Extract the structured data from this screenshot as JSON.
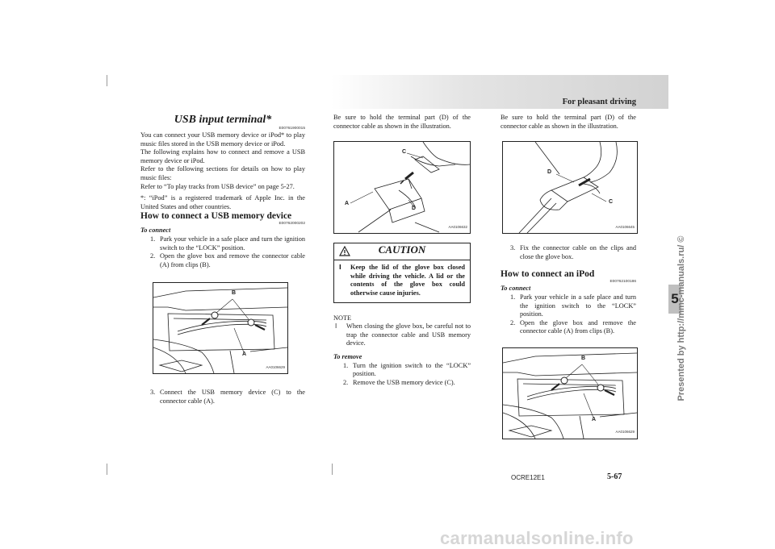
{
  "header": {
    "section": "For pleasant driving",
    "chapter_tab": "5"
  },
  "watermark": {
    "side": "Presented by http://mmc-manuals.ru/ ©",
    "footer": "carmanualsonline.info"
  },
  "col1": {
    "title": "USB input terminal*",
    "title_code": "E00761900015",
    "intro1": "You can connect your USB memory device or iPod* to play music files stored in the USB memory device or iPod.",
    "intro2": "The following explains how to connect and remove a USB memory device or iPod.",
    "intro3": "Refer to the following sections for details on how to play music files:",
    "intro4": "Refer to “To play tracks from USB device” on page 5-27.",
    "footnote": "*: “iPod” is a registered trademark of Apple Inc. in the United States and other countries.",
    "h2": "How to connect a USB memory device",
    "h2_code": "E00762000202",
    "sub": "To connect",
    "steps": [
      {
        "n": "1.",
        "t": "Park your vehicle in a safe place and turn the ignition switch to the “LOCK” position."
      },
      {
        "n": "2.",
        "t": "Open the glove box and remove the connector cable (A) from clips (B)."
      }
    ],
    "figure": {
      "code": "AA0106629",
      "label_a": "A",
      "label_b": "B"
    },
    "step3": {
      "n": "3.",
      "t": "Connect the USB memory device (C) to the connector cable (A)."
    }
  },
  "col2": {
    "intro": "Be sure to hold the terminal part (D) of the connector cable as shown in the illustration.",
    "figure": {
      "code": "AA0106632",
      "label_a": "A",
      "label_c": "C",
      "label_d": "D"
    },
    "caution": {
      "title": "CAUTION",
      "bullet": "l",
      "text": "Keep the lid of the glove box closed while driving the vehicle. A lid or the contents of the glove box could otherwise cause injuries."
    },
    "note": {
      "label": "NOTE",
      "bullet": "l",
      "text": "When closing the glove box, be careful not to trap the connector cable and USB memory device."
    },
    "sub": "To remove",
    "steps": [
      {
        "n": "1.",
        "t": "Turn the ignition switch to the “LOCK” position."
      },
      {
        "n": "2.",
        "t": "Remove the USB memory device (C)."
      }
    ]
  },
  "col3": {
    "intro": "Be sure to hold the terminal part (D) of the connector cable as shown in the illustration.",
    "figure1": {
      "code": "AA0106645",
      "label_c": "C",
      "label_d": "D"
    },
    "step3": {
      "n": "3.",
      "t": "Fix the connector cable on the clips and close the glove box."
    },
    "h2": "How to connect an iPod",
    "h2_code": "E00762100186",
    "sub": "To connect",
    "steps": [
      {
        "n": "1.",
        "t": "Park your vehicle in a safe place and turn the ignition switch to the “LOCK” position."
      },
      {
        "n": "2.",
        "t": "Open the glove box and remove the connector cable (A) from clips (B)."
      }
    ],
    "figure2": {
      "code": "AA0106629",
      "label_a": "A",
      "label_b": "B"
    }
  },
  "footer": {
    "doc_code": "OCRE12E1",
    "page": "5-67"
  }
}
